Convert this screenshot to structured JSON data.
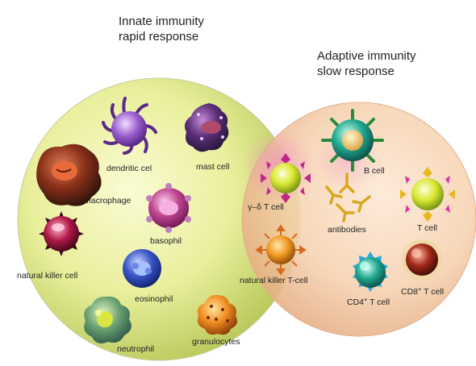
{
  "headings": {
    "innate": {
      "line1": "Innate immunity",
      "line2": "rapid response"
    },
    "adaptive": {
      "line1": "Adaptive immunity",
      "line2": "slow response"
    }
  },
  "cells": {
    "dendritic_cell": "dendritic cel",
    "mast_cell": "mast cell",
    "macrophage": "macrophage",
    "basophil": "basophil",
    "natural_killer_cell": "natural killer cell",
    "eosinophil": "eosinophil",
    "neutrophil": "neutrophil",
    "granulocytes": "granulocytes",
    "gamma_delta_t_cell": "γ–δ T cell",
    "natural_killer_t_cell": "natural killer T-cell",
    "b_cell": "B cell",
    "antibodies": "antibodies",
    "t_cell": "T cell",
    "cd4_t_cell": {
      "base": "CD4",
      "sup": "+",
      "rest": " T cell"
    },
    "cd8_t_cell": {
      "base": "CD8",
      "sup": "+",
      "rest": " T cell"
    }
  },
  "colors": {
    "innate_circle": "#d9e27a",
    "adaptive_circle": "#f1c9a3",
    "overlap": "#e0b8c8"
  }
}
